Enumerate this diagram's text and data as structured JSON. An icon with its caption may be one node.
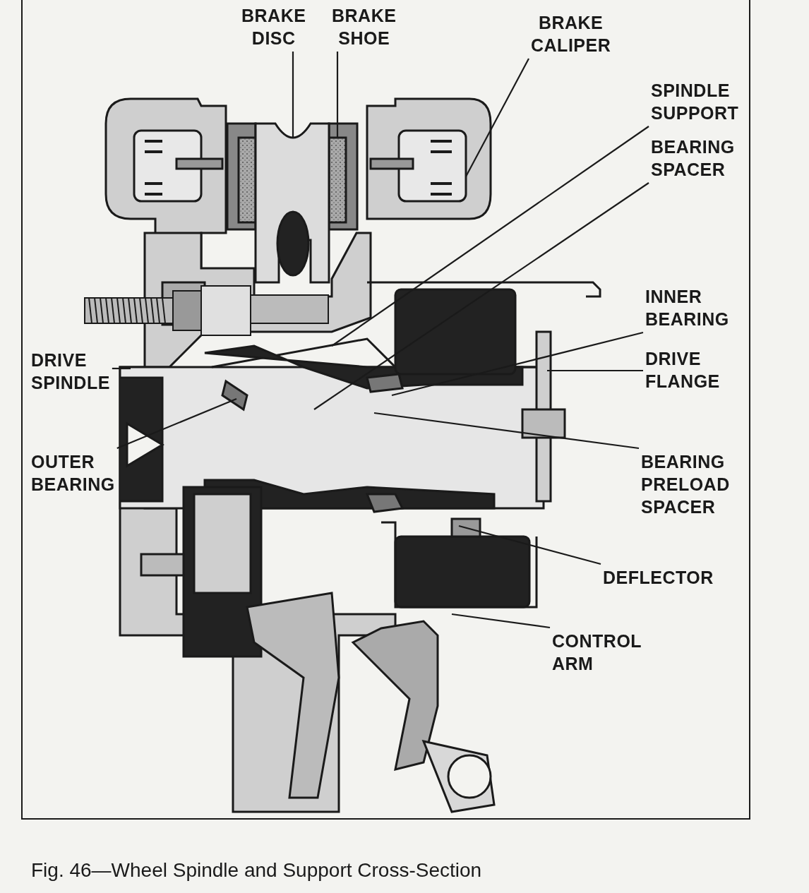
{
  "diagram": {
    "caption": "Fig. 46—Wheel Spindle and Support Cross-Section",
    "nodes": [
      {
        "text": [
          "BRAKE DISC"
        ]
      },
      {
        "text": [
          "BRAKE SHOE"
        ]
      },
      {
        "text": [
          "BRAKE CALIPER"
        ]
      },
      {
        "text": [
          "SPINDLE SUPPORT"
        ]
      },
      {
        "text": [
          "BEARING SPACER"
        ]
      },
      {
        "text": [
          "INNER BEARING"
        ]
      },
      {
        "text": [
          "DRIVE FLANGE"
        ]
      },
      {
        "text": [
          "DRIVE SPINDLE"
        ]
      },
      {
        "text": [
          "OUTER BEARING"
        ]
      },
      {
        "text": [
          "BEARING PRELOAD SPACER"
        ]
      },
      {
        "text": [
          "DEFLECTOR"
        ]
      },
      {
        "text": [
          "CONTROL ARM"
        ]
      }
    ],
    "edges": [
      {
        "from": 0,
        "to": null,
        "arrow": "none"
      },
      {
        "from": 1,
        "to": null,
        "arrow": "none"
      },
      {
        "from": 2,
        "to": null,
        "arrow": "none"
      },
      {
        "from": 3,
        "to": null,
        "arrow": "none"
      },
      {
        "from": 4,
        "to": null,
        "arrow": "none"
      },
      {
        "from": 5,
        "to": null,
        "arrow": "none"
      },
      {
        "from": 6,
        "to": null,
        "arrow": "none"
      },
      {
        "from": 7,
        "to": null,
        "arrow": "none"
      },
      {
        "from": 8,
        "to": null,
        "arrow": "none"
      },
      {
        "from": 9,
        "to": null,
        "arrow": "none"
      },
      {
        "from": 10,
        "to": null,
        "arrow": "none"
      },
      {
        "from": 11,
        "to": null,
        "arrow": "none"
      }
    ]
  }
}
